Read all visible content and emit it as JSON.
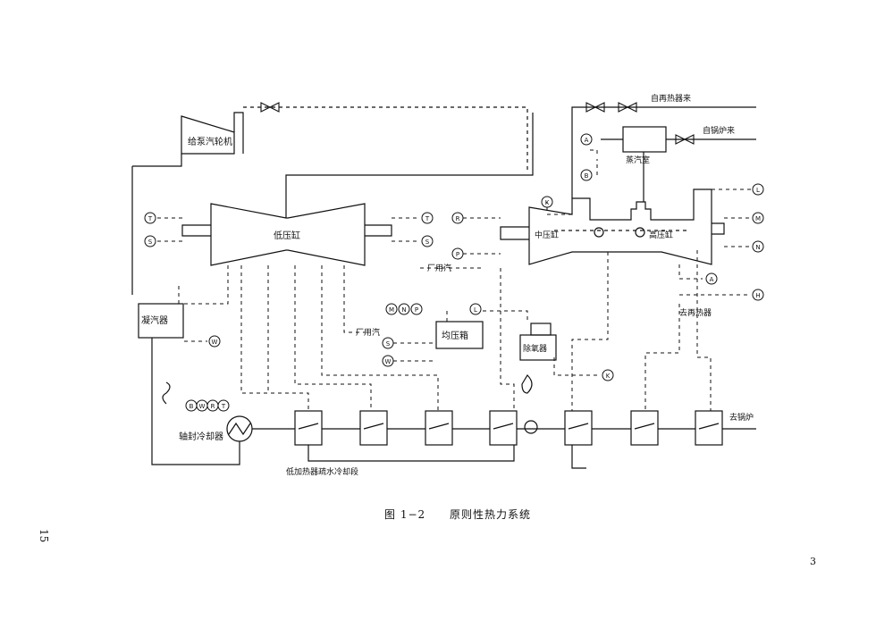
{
  "labels": {
    "feed_pump_turbine": "给泵汽轮机",
    "lp_cylinder": "低压缸",
    "ip_cylinder": "中压缸",
    "hp_cylinder": "高压缸",
    "condenser": "凝汽器",
    "gland_condenser": "均压箱",
    "deaerator": "除氧器",
    "steam_chest": "蒸汽室",
    "seal_cooler": "轴封冷却器",
    "from_reheater": "自再热器来",
    "from_boiler": "自锅炉来",
    "plant_steam_1": "厂用汽",
    "plant_steam_2": "厂用汽",
    "to_reheater": "去再热器",
    "to_boiler": "去锅炉",
    "drain_cooler": "低加热器疏水冷却段"
  },
  "markers": [
    "T",
    "S",
    "T",
    "S",
    "R",
    "P",
    "A",
    "B",
    "K",
    "L",
    "M",
    "N",
    "H",
    "A",
    "K",
    "W",
    "M",
    "N",
    "P",
    "L",
    "W",
    "S",
    "B",
    "W",
    "R",
    "T"
  ],
  "caption": {
    "number": "图 1−2",
    "title": "原则性热力系统"
  },
  "page_number": "3",
  "side_number": "15"
}
